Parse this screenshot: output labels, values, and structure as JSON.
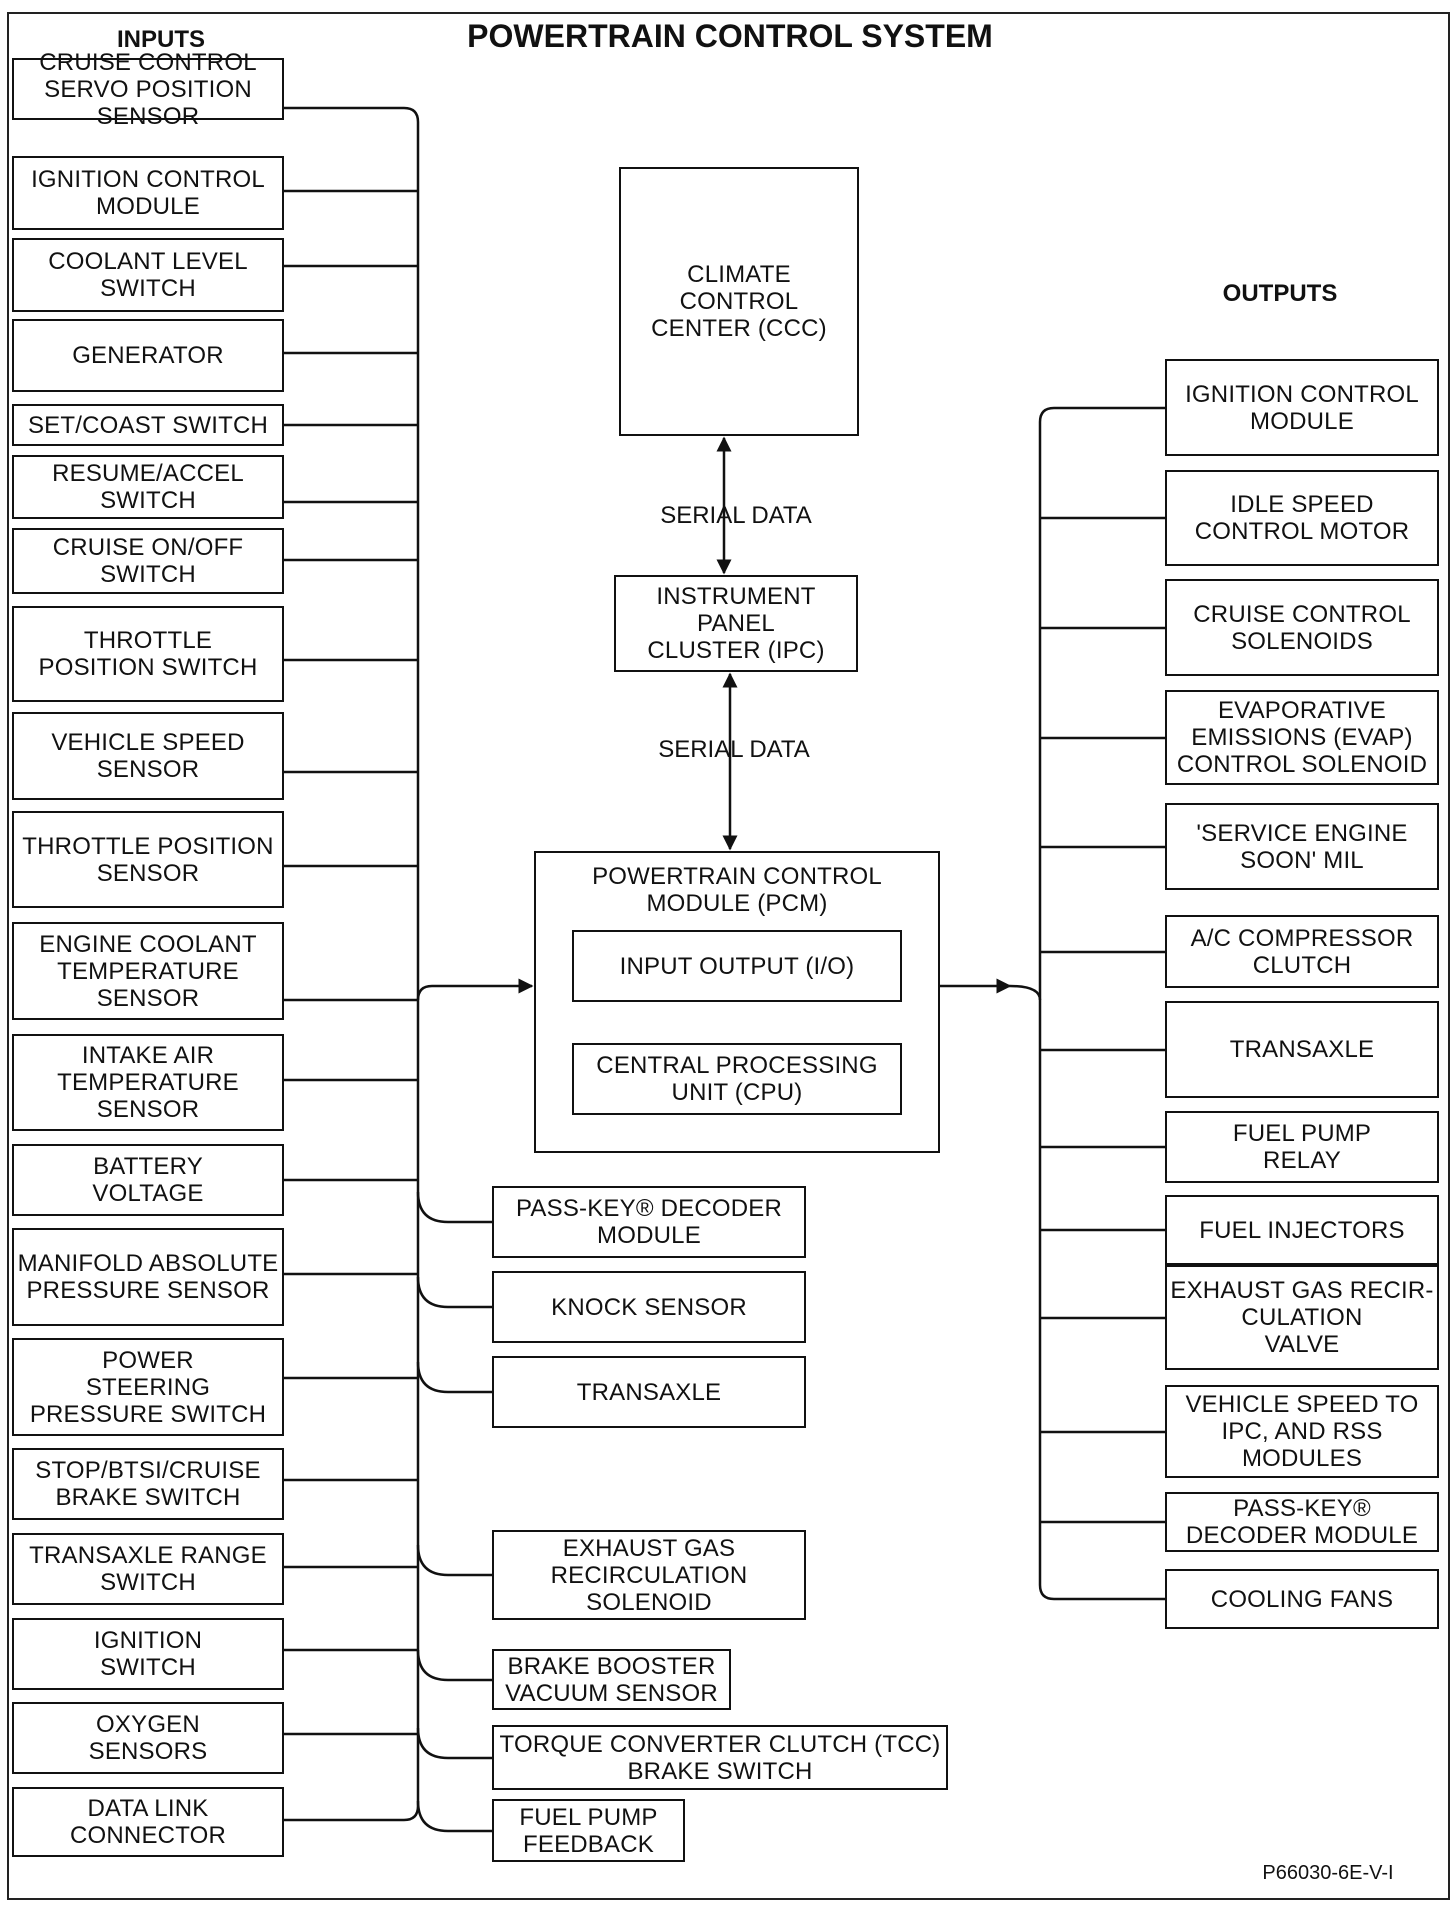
{
  "title": "POWERTRAIN CONTROL SYSTEM",
  "inputs_heading": "INPUTS",
  "outputs_heading": "OUTPUTS",
  "serial_data_label": "SERIAL DATA",
  "figure_code": "P66030-6E-V-I",
  "ccc": "CLIMATE\nCONTROL\nCENTER (CCC)",
  "ipc": "INSTRUMENT\nPANEL\nCLUSTER (IPC)",
  "pcm": {
    "title": "POWERTRAIN CONTROL\nMODULE (PCM)",
    "io": "INPUT OUTPUT (I/O)",
    "cpu": "CENTRAL PROCESSING\nUNIT (CPU)"
  },
  "inputs": [
    "CRUISE CONTROL\nSERVO POSITION\nSENSOR",
    "IGNITION CONTROL\nMODULE",
    "COOLANT LEVEL\nSWITCH",
    "GENERATOR",
    "SET/COAST SWITCH",
    "RESUME/ACCEL\nSWITCH",
    "CRUISE ON/OFF\nSWITCH",
    "THROTTLE\nPOSITION SWITCH",
    "VEHICLE SPEED\nSENSOR",
    "THROTTLE POSITION\nSENSOR",
    "ENGINE COOLANT\nTEMPERATURE\nSENSOR",
    "INTAKE AIR\nTEMPERATURE\nSENSOR",
    "BATTERY\nVOLTAGE",
    "MANIFOLD ABSOLUTE\nPRESSURE SENSOR",
    "POWER\nSTEERING\nPRESSURE SWITCH",
    "STOP/BTSI/CRUISE\nBRAKE SWITCH",
    "TRANSAXLE RANGE\nSWITCH",
    "IGNITION\nSWITCH",
    "OXYGEN\nSENSORS",
    "DATA LINK\nCONNECTOR"
  ],
  "middle_inputs": [
    "PASS-Key® DECODER\nMODULE",
    "KNOCK SENSOR",
    "TRANSAXLE",
    "EXHAUST GAS\nRECIRCULATION\nSOLENOID",
    "BRAKE BOOSTER\nVACUUM SENSOR",
    "TORQUE CONVERTER CLUTCH (TCC)\nBRAKE SWITCH",
    "FUEL PUMP\nFEEDBACK"
  ],
  "outputs": [
    "IGNITION CONTROL\nMODULE",
    "IDLE SPEED\nCONTROL MOTOR",
    "CRUISE CONTROL\nSOLENOIDS",
    "EVAPORATIVE\nEMISSIONS (EVAP)\nCONTROL SOLENOID",
    "'SERVICE ENGINE\nSOON' MIL",
    "A/C COMPRESSOR\nCLUTCH",
    "TRANSAXLE",
    "FUEL PUMP\nRELAY",
    "FUEL INJECTORS",
    "EXHAUST GAS RECIR-\nCULATION\nVALVE",
    "VEHICLE SPEED TO\nIPC, AND RSS\nMODULES",
    "PASS-Key®\nDECODER MODULE",
    "COOLING FANS"
  ]
}
